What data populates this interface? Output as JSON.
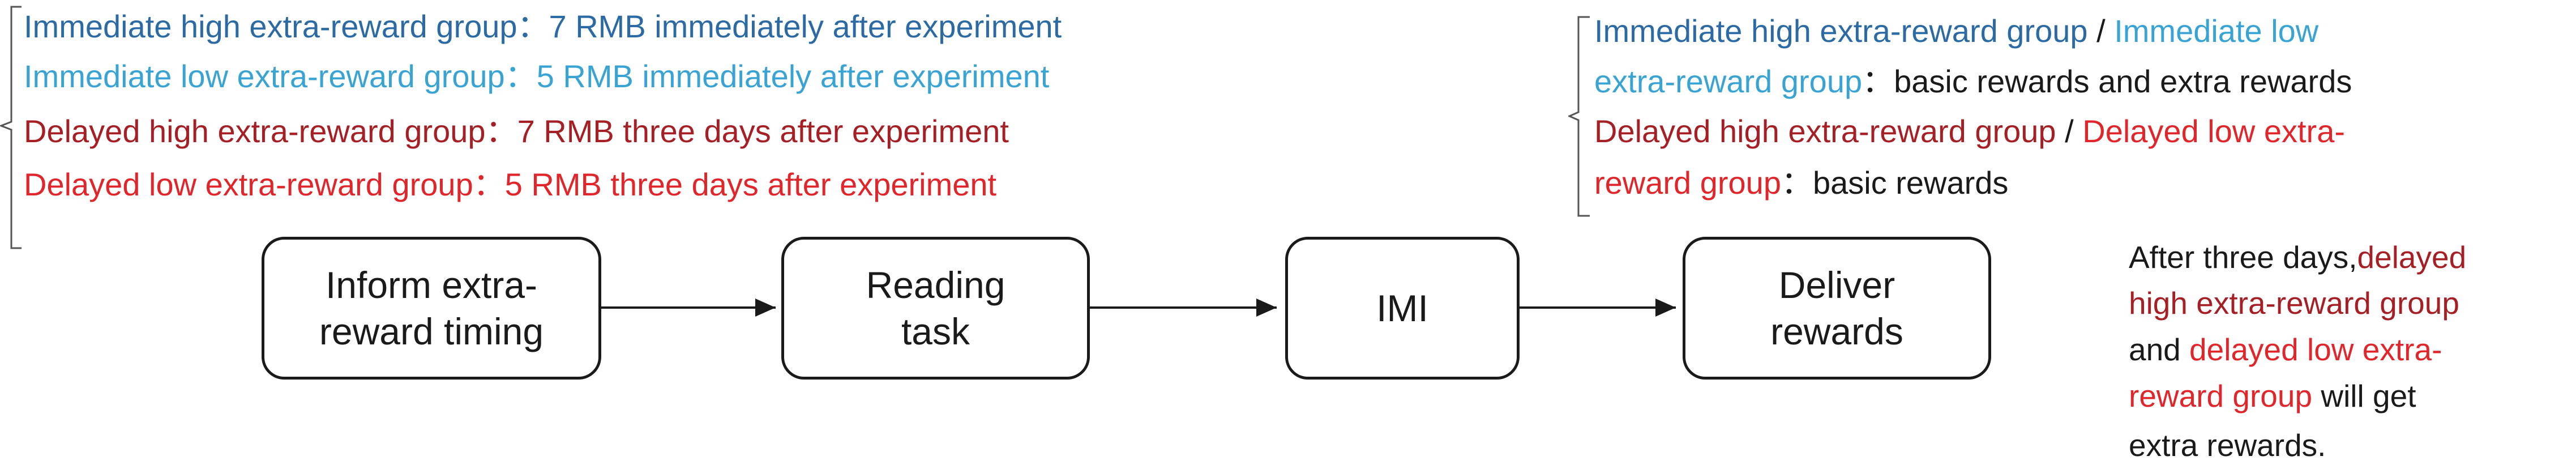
{
  "left_conditions": [
    {
      "group": "Immediate high extra-reward group",
      "sep": "：",
      "detail": "7 RMB immediately after experiment",
      "group_color": "#2b6aa3"
    },
    {
      "group": "Immediate low extra-reward group",
      "sep": "：",
      "detail": "5 RMB immediately after experiment",
      "group_color": "#39a4d4"
    },
    {
      "group": "Delayed high extra-reward group",
      "sep": "：",
      "detail": "7 RMB three days after experiment",
      "group_color": "#a51f24"
    },
    {
      "group": "Delayed low extra-reward group",
      "sep": "：",
      "detail": "5 RMB three days after experiment",
      "group_color": "#e0262a"
    }
  ],
  "right_conditions": {
    "line1_a": "Immediate high extra-reward group",
    "line1_slash": " / ",
    "line1_b": "Immediate low",
    "line2_b": "extra-reward group",
    "line2_sep": "：",
    "line2_detail": "basic rewards and extra rewards",
    "line3_a": "Delayed high extra-reward group",
    "line3_slash": " / ",
    "line3_b": "Delayed low extra-",
    "line4_b": "reward group",
    "line4_sep": "：",
    "line4_detail": "basic rewards"
  },
  "flow_steps": [
    {
      "label": "Inform extra-\nreward timing"
    },
    {
      "label": "Reading\ntask"
    },
    {
      "label": "IMI"
    },
    {
      "label": "Deliver\nrewards"
    }
  ],
  "after_note": {
    "l1_a": "After three days,",
    "l1_b": "delayed",
    "l2": "high extra-reward group",
    "l3_a": "and ",
    "l3_b": "delayed low extra-",
    "l4_a": "reward group",
    "l4_b": " will get",
    "l5": "extra rewards."
  },
  "colors": {
    "immediate_high": "#2b6aa3",
    "immediate_low": "#39a4d4",
    "delayed_high": "#a51f24",
    "delayed_low": "#e0262a"
  }
}
